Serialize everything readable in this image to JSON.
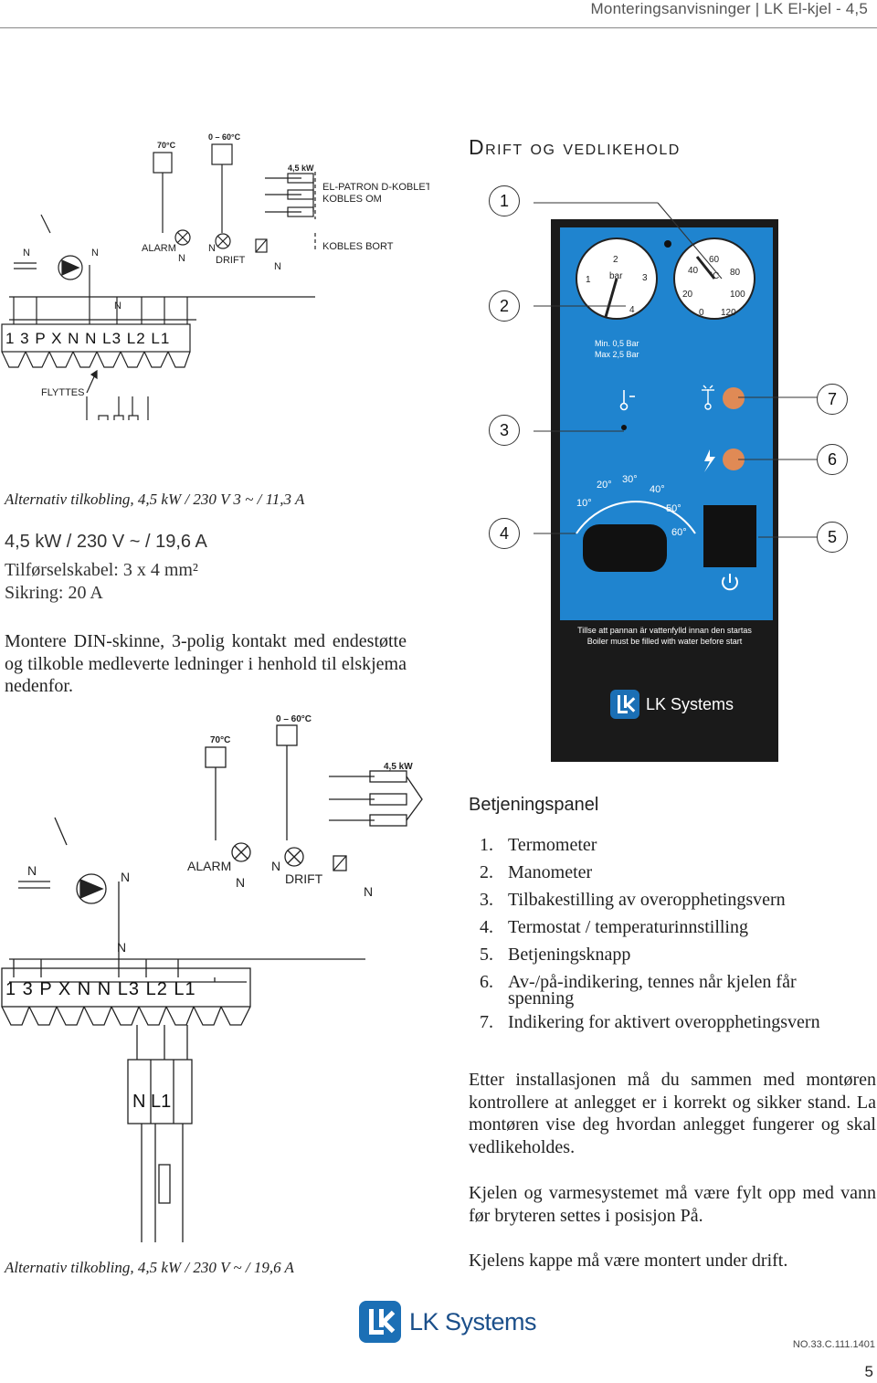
{
  "header": {
    "running_title": "Monteringsanvisninger | LK El-kjel - 4,5"
  },
  "section": {
    "title": "Drift og vedlikehold"
  },
  "top_diagram": {
    "labels": {
      "t70": "70°C",
      "t60": "0 – 60°C",
      "kw": "4,5 kW",
      "elpatron": "EL-PATRON D-KOBLET",
      "kobles_om": "KOBLES OM",
      "kobles_bort": "KOBLES BORT",
      "alarm": "ALARM",
      "drift": "DRIFT",
      "n": "N",
      "flyttes": "FLYTTES",
      "terminals": "1 3 P X N N L3 L2 L1"
    },
    "caption": "Alternativ tilkobling, 4,5 kW / 230 V 3 ~ / 11,3 A"
  },
  "specs": {
    "power": "4,5 kW / 230 V ~ / 19,6 A",
    "cable": "Tilførselskabel: 3 x 4 mm²",
    "fuse": "Sikring: 20 A"
  },
  "install_text": "Montere DIN-skinne, 3-polig kontakt med endestøtte og tilkoble medleverte ledninger i henhold til elskjema nedenfor.",
  "bottom_diagram": {
    "labels": {
      "t70": "70°C",
      "t60": "0 – 60°C",
      "kw": "4,5 kW",
      "alarm": "ALARM",
      "drift": "DRIFT",
      "n": "N",
      "terminals": "1 3 P X N N L3 L2 L1",
      "supply": "N L1"
    },
    "caption": "Alternativ tilkobling, 4,5 kW / 230 V ~ / 19,6 A"
  },
  "panel": {
    "pressure_gauge": {
      "unit": "bar",
      "ticks": [
        "1",
        "2",
        "3",
        "4"
      ],
      "min": "Min. 0,5 Bar",
      "max": "Max 2,5 Bar"
    },
    "temp_gauge": {
      "unit": "°C",
      "ticks": [
        "0",
        "20",
        "40",
        "60",
        "80",
        "100",
        "120"
      ]
    },
    "thermostat_ticks": [
      "10°",
      "20°",
      "30°",
      "40°",
      "50°",
      "60°"
    ],
    "warning_sv": "Tillse att pannan är vattenfylld innan den startas",
    "warning_en": "Boiler must be filled with water before start",
    "brand": "LK Systems",
    "callouts": [
      "1",
      "2",
      "3",
      "4",
      "5",
      "6",
      "7"
    ]
  },
  "panel_legend": {
    "title": "Betjeningspanel",
    "items": [
      {
        "num": "1.",
        "text": "Termometer"
      },
      {
        "num": "2.",
        "text": "Manometer"
      },
      {
        "num": "3.",
        "text": "Tilbakestilling av overopphetingsvern"
      },
      {
        "num": "4.",
        "text": "Termostat / temperaturinnstilling"
      },
      {
        "num": "5.",
        "text": "Betjeningsknapp"
      },
      {
        "num": "6.",
        "text": "Av-/på-indikering, tennes når kjelen får",
        "cont": "spenning"
      },
      {
        "num": "7.",
        "text": "Indikering for aktivert overopphetingsvern"
      }
    ]
  },
  "paragraphs": {
    "p1": "Etter installasjonen må du sammen med montøren kontrollere at anlegget er i korrekt og sikker stand. La montøren vise deg hvordan anlegget fungerer og skal vedlikeholdes.",
    "p2": "Kjelen og varmesystemet må være fylt opp med vann før bryteren settes i posisjon På.",
    "p3": "Kjelens kappe må være montert under drift."
  },
  "footer": {
    "brand": "LK Systems",
    "docnum": "NO.33.C.111.1401",
    "page": "5"
  },
  "colors": {
    "panel_blue": "#1f84cf",
    "panel_dark": "#1a1a1a",
    "indicator_orange": "#e08a55",
    "brand_blue": "#1b6fb5"
  }
}
